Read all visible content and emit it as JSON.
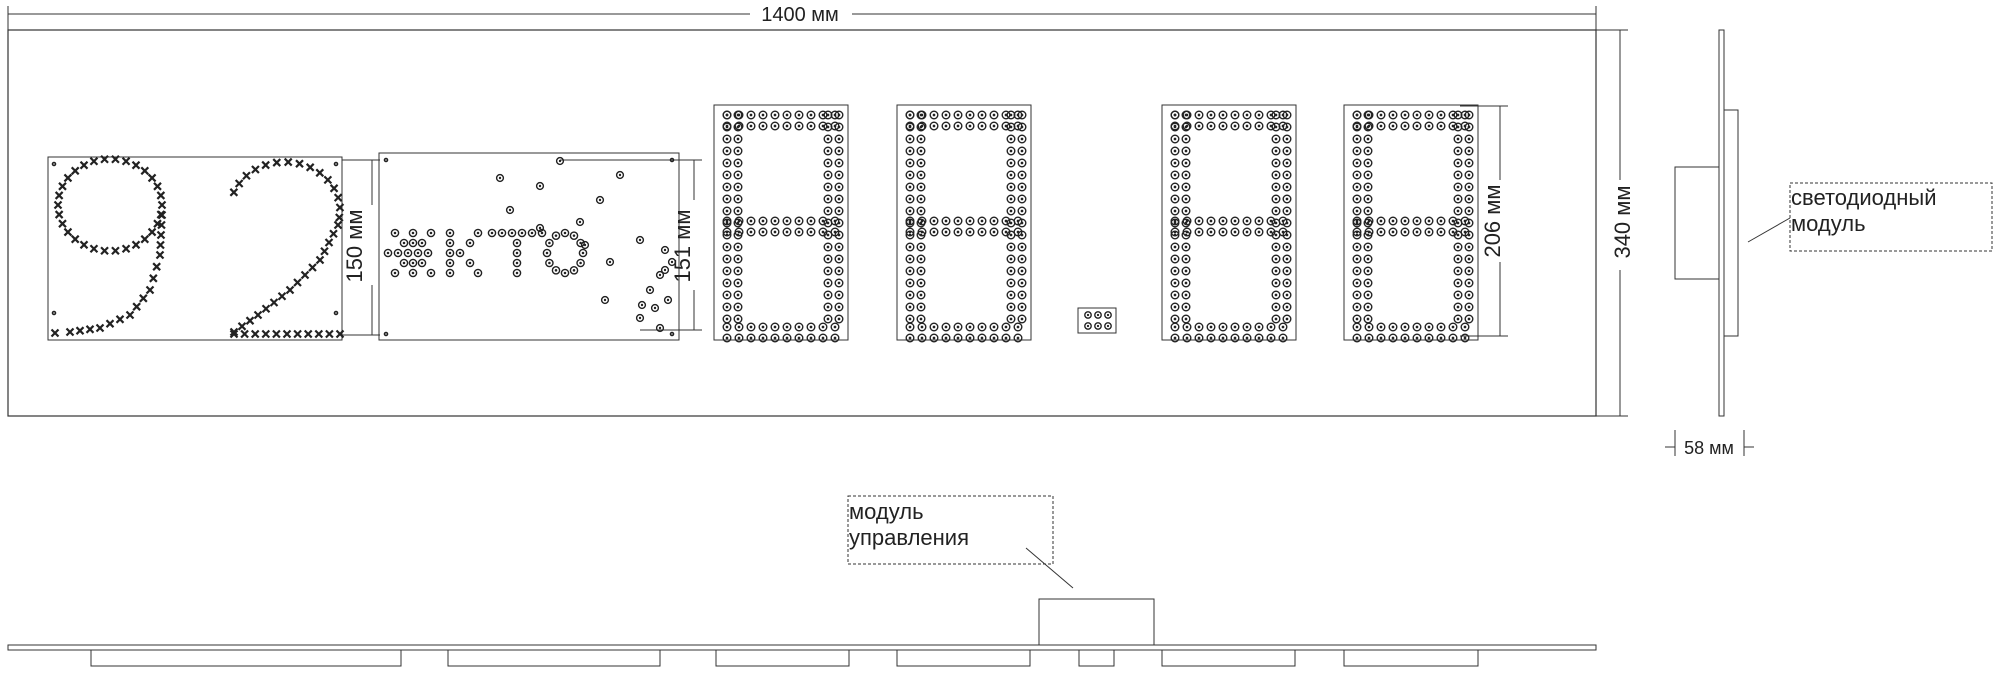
{
  "dimensions": {
    "width_label": "1400 мм",
    "height_label": "340 мм",
    "digit_height_label": "206 мм",
    "symbol_height_label": "150 мм",
    "label_height_label": "151 мм",
    "depth_label": "58 мм"
  },
  "callouts": {
    "led_module": [
      "светодиодный",
      "модуль"
    ],
    "control_module": [
      "модуль",
      "управления"
    ]
  },
  "display": {
    "fuel_grade": "92",
    "unit_label": "ж т о %",
    "digits": [
      "8",
      "8",
      "8",
      "8"
    ],
    "separator": "."
  },
  "colors": {
    "line": "#333333",
    "led": "#222222"
  }
}
